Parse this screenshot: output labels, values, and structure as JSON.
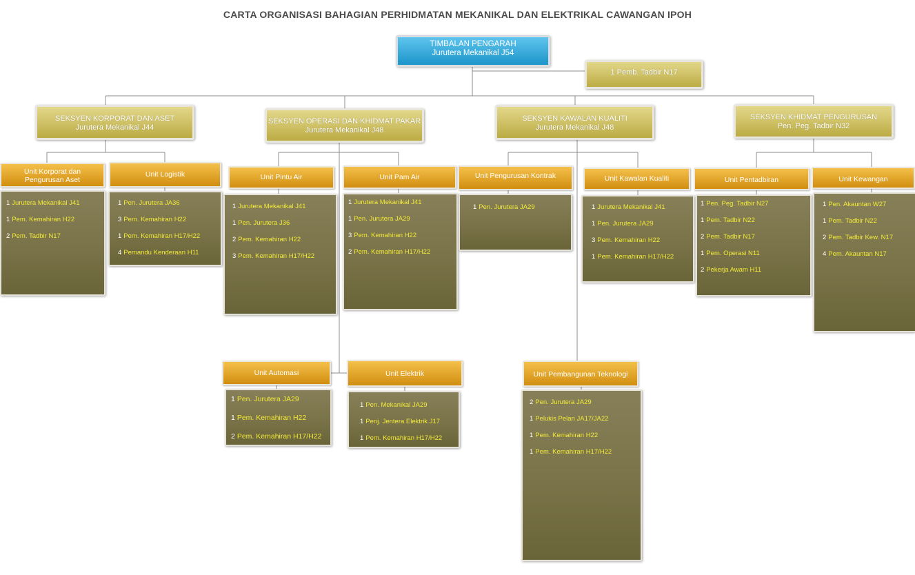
{
  "title": "CARTA ORGANISASI BAHAGIAN PERHIDMATAN MEKANIKAL DAN ELEKTRIKAL CAWANGAN IPOH",
  "head": {
    "line1": "TIMBALAN PENGARAH",
    "line2": "Jurutera Mekanikal J54"
  },
  "assistant": "1 Pemb. Tadbir N17",
  "sections": [
    {
      "line1": "SEKSYEN KORPORAT DAN ASET",
      "line2": "Jurutera Mekanikal J44"
    },
    {
      "line1": "SEKSYEN OPERASI DAN KHIDMAT PAKAR",
      "line2": "Jurutera Mekanikal J48"
    },
    {
      "line1": "SEKSYEN KAWALAN KUALITI",
      "line2": "Jurutera Mekanikal J48"
    },
    {
      "line1": "SEKSYEN KHIDMAT PENGURUSAN",
      "line2": "Pen. Peg. Tadbir N32"
    }
  ],
  "units": {
    "korporat": {
      "label1": "Unit  Korporat dan",
      "label2": "Pengurusan Aset",
      "staff": [
        {
          "n": "1",
          "t": "Jurutera Mekanikal J41"
        },
        {
          "n": "1",
          "t": "Pem. Kemahiran H22"
        },
        {
          "n": "2",
          "t": "Pem. Tadbir N17"
        }
      ]
    },
    "logistik": {
      "label": "Unit  Logistik",
      "staff": [
        {
          "n": "1",
          "t": "Pen. Jurutera JA36"
        },
        {
          "n": "3",
          "t": "Pem. Kemahiran H22"
        },
        {
          "n": "1",
          "t": "Pem. Kemahiran H17/H22"
        },
        {
          "n": "4",
          "t": "Pemandu Kenderaan H11"
        }
      ]
    },
    "pintu_air": {
      "label": "Unit Pintu Air",
      "staff": [
        {
          "n": "1",
          "t": "Jurutera Mekanikal J41"
        },
        {
          "n": "1",
          "t": "Pen. Jurutera J36"
        },
        {
          "n": "2",
          "t": "Pem. Kemahiran H22"
        },
        {
          "n": "3",
          "t": "Pem. Kemahiran H17/H22"
        }
      ]
    },
    "pam_air": {
      "label": "Unit Pam Air",
      "staff": [
        {
          "n": "1",
          "t": "Jurutera Mekanikal J41"
        },
        {
          "n": "1",
          "t": "Pen. Jurutera JA29"
        },
        {
          "n": "3",
          "t": "Pem. Kemahiran H22"
        },
        {
          "n": "2",
          "t": "Pem. Kemahiran H17/H22"
        }
      ]
    },
    "kontrak": {
      "label": "Unit Pengurusan Kontrak",
      "staff": [
        {
          "n": "1",
          "t": "Pen. Jurutera JA29"
        }
      ]
    },
    "kawalan": {
      "label": "Unit  Kawalan Kualiti",
      "staff": [
        {
          "n": "1",
          "t": "Jurutera Mekanikal J41"
        },
        {
          "n": "1",
          "t": "Pen. Jurutera JA29"
        },
        {
          "n": "3",
          "t": "Pem. Kemahiran H22"
        },
        {
          "n": "1",
          "t": "Pem. Kemahiran H17/H22"
        }
      ]
    },
    "pentadbiran": {
      "label": "Unit  Pentadbiran",
      "staff": [
        {
          "n": "1",
          "t": "Pen. Peg. Tadbir N27"
        },
        {
          "n": "1",
          "t": "Pem. Tadbir N22"
        },
        {
          "n": "2",
          "t": "Pem. Tadbir N17"
        },
        {
          "n": "1",
          "t": "Pem. Operasi N11"
        },
        {
          "n": "2",
          "t": "Pekerja Awam H11"
        }
      ]
    },
    "kewangan": {
      "label": "Unit  Kewangan",
      "staff": [
        {
          "n": "1",
          "t": "Pen. Akauntan W27"
        },
        {
          "n": "1",
          "t": "Pem. Tadbir N22"
        },
        {
          "n": "2",
          "t": "Pem. Tadbir Kew. N17"
        },
        {
          "n": "4",
          "t": "Pem. Akauntan N17"
        }
      ]
    },
    "automasi": {
      "label": "Unit  Automasi",
      "staff": [
        {
          "n": "1",
          "t": "Pen. Jurutera JA29"
        },
        {
          "n": "1",
          "t": "Pem. Kemahiran H22"
        },
        {
          "n": "2",
          "t": "Pem. Kemahiran H17/H22"
        }
      ]
    },
    "elektrik": {
      "label": "Unit  Elektrik",
      "staff": [
        {
          "n": "1",
          "t": "Pen. Mekanikal JA29"
        },
        {
          "n": "1",
          "t": "Penj. Jentera Elektrik J17"
        },
        {
          "n": "1",
          "t": "Pem. Kemahiran H17/H22"
        }
      ]
    },
    "teknologi": {
      "label": "Unit  Pembangunan Teknologi",
      "staff": [
        {
          "n": "2",
          "t": "Pen. Jurutera JA29"
        },
        {
          "n": "1",
          "t": "Pelukis Pelan JA17/JA22"
        },
        {
          "n": "1",
          "t": "Pem. Kemahiran H22"
        },
        {
          "n": "1",
          "t": "Pem. Kemahiran H17/H22"
        }
      ]
    }
  }
}
